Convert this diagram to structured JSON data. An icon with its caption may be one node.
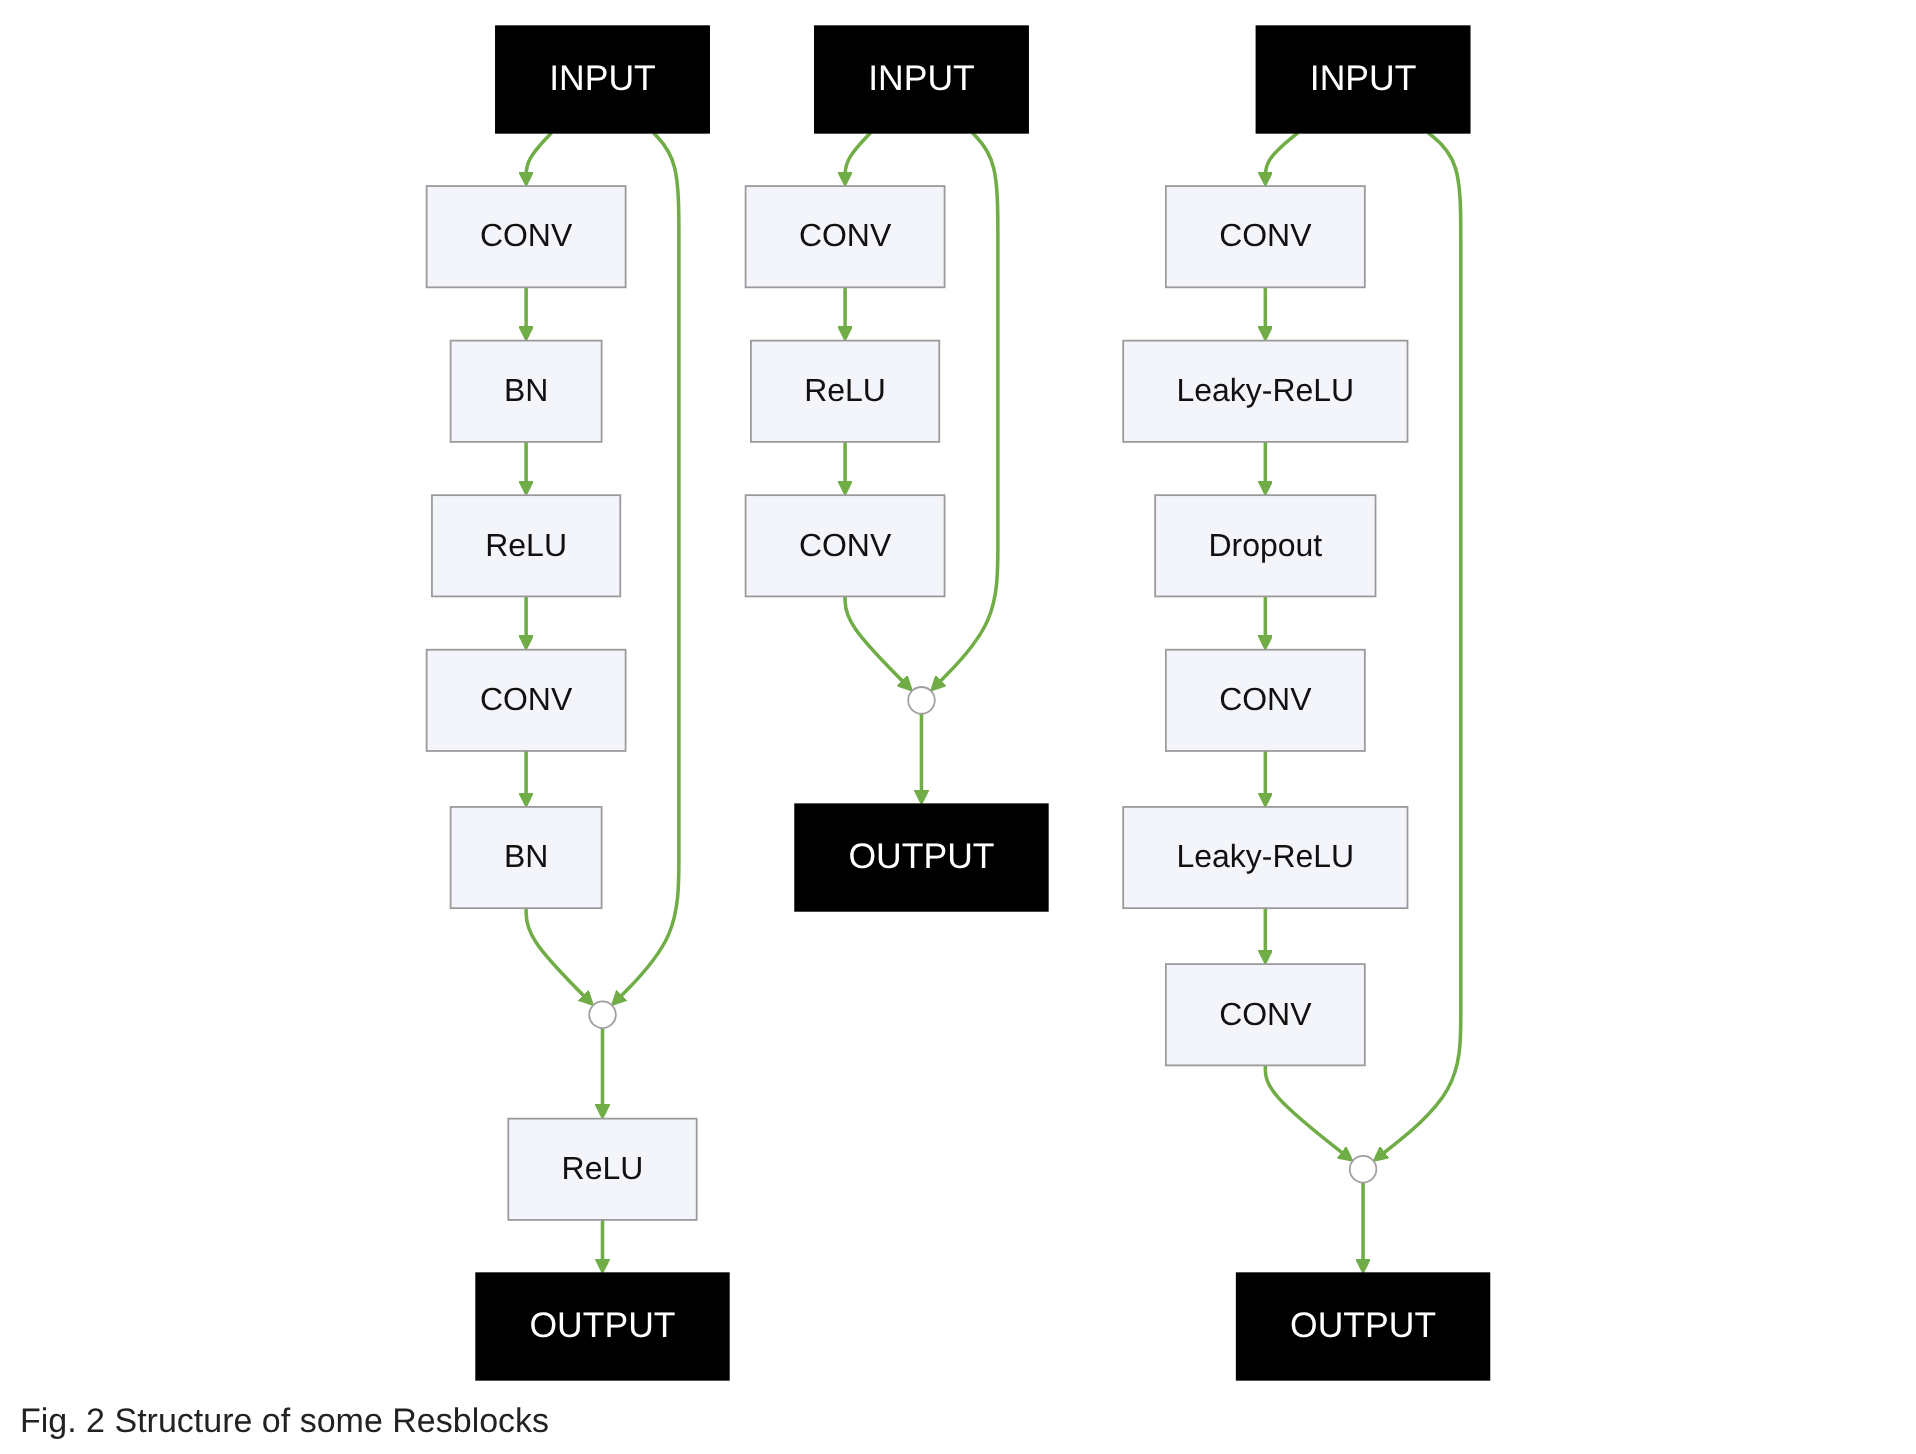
{
  "diagram": {
    "caption": "Fig. 2 Structure of some Resblocks",
    "nodes": [
      {
        "text": [
          "INPUT"
        ]
      },
      {
        "text": [
          "CONV"
        ]
      },
      {
        "text": [
          "BN"
        ]
      },
      {
        "text": [
          "ReLU"
        ]
      },
      {
        "text": [
          "CONV"
        ]
      },
      {
        "text": [
          "BN"
        ]
      },
      {
        "text": [],
        "shape": "circle"
      },
      {
        "text": [
          "ReLU"
        ]
      },
      {
        "text": [
          "OUTPUT"
        ]
      },
      {
        "text": [
          "INPUT"
        ]
      },
      {
        "text": [
          "CONV"
        ]
      },
      {
        "text": [
          "ReLU"
        ]
      },
      {
        "text": [
          "CONV"
        ]
      },
      {
        "text": [],
        "shape": "circle"
      },
      {
        "text": [
          "OUTPUT"
        ]
      },
      {
        "text": [
          "INPUT"
        ]
      },
      {
        "text": [
          "CONV"
        ]
      },
      {
        "text": [
          "Leaky-ReLU"
        ]
      },
      {
        "text": [
          "Dropout"
        ]
      },
      {
        "text": [
          "CONV"
        ]
      },
      {
        "text": [
          "Leaky-ReLU"
        ]
      },
      {
        "text": [
          "CONV"
        ]
      },
      {
        "text": [],
        "shape": "circle"
      },
      {
        "text": [
          "OUTPUT"
        ]
      }
    ],
    "edges": [
      {
        "from": 0,
        "to": 1,
        "arrow": "to"
      },
      {
        "from": 1,
        "to": 2,
        "arrow": "to"
      },
      {
        "from": 2,
        "to": 3,
        "arrow": "to"
      },
      {
        "from": 3,
        "to": 4,
        "arrow": "to"
      },
      {
        "from": 4,
        "to": 5,
        "arrow": "to"
      },
      {
        "from": 5,
        "to": 6,
        "arrow": "to"
      },
      {
        "from": 0,
        "to": 6,
        "arrow": "to"
      },
      {
        "from": 6,
        "to": 7,
        "arrow": "to"
      },
      {
        "from": 7,
        "to": 8,
        "arrow": "to"
      },
      {
        "from": 9,
        "to": 10,
        "arrow": "to"
      },
      {
        "from": 10,
        "to": 11,
        "arrow": "to"
      },
      {
        "from": 11,
        "to": 12,
        "arrow": "to"
      },
      {
        "from": 12,
        "to": 13,
        "arrow": "to"
      },
      {
        "from": 9,
        "to": 13,
        "arrow": "to"
      },
      {
        "from": 13,
        "to": 14,
        "arrow": "to"
      },
      {
        "from": 15,
        "to": 16,
        "arrow": "to"
      },
      {
        "from": 16,
        "to": 17,
        "arrow": "to"
      },
      {
        "from": 17,
        "to": 18,
        "arrow": "to"
      },
      {
        "from": 18,
        "to": 19,
        "arrow": "to"
      },
      {
        "from": 19,
        "to": 20,
        "arrow": "to"
      },
      {
        "from": 20,
        "to": 21,
        "arrow": "to"
      },
      {
        "from": 21,
        "to": 22,
        "arrow": "to"
      },
      {
        "from": 15,
        "to": 22,
        "arrow": "to"
      },
      {
        "from": 22,
        "to": 23,
        "arrow": "to"
      }
    ]
  }
}
